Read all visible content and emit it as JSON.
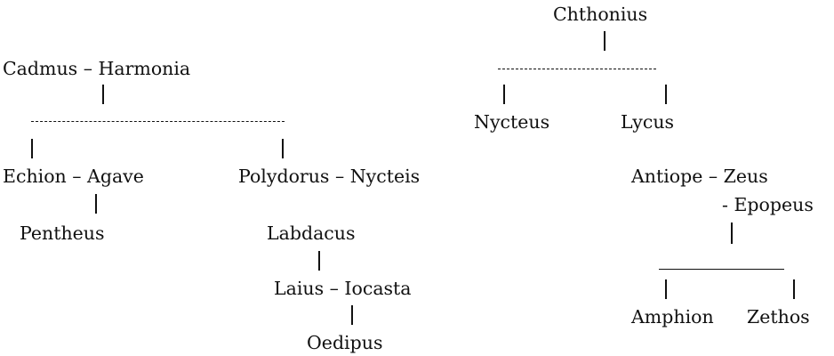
{
  "title": "Theban genealogy",
  "left_tree": {
    "root": "Cadmus – Harmonia",
    "children": [
      {
        "couple": "Echion – Agave",
        "child": "Pentheus"
      },
      {
        "couple": "Polydorus – Nycteis",
        "child": "Labdacus",
        "grandchild_couple": "Laius – Iocasta",
        "great_grandchild": "Oedipus"
      }
    ]
  },
  "right_tree": {
    "root": "Chthonius",
    "children": [
      "Nycteus",
      "Lycus"
    ],
    "couple": "Antiope – Zeus",
    "second_partner": "- Epopeus",
    "offspring": [
      "Amphion",
      "Zethos"
    ]
  }
}
